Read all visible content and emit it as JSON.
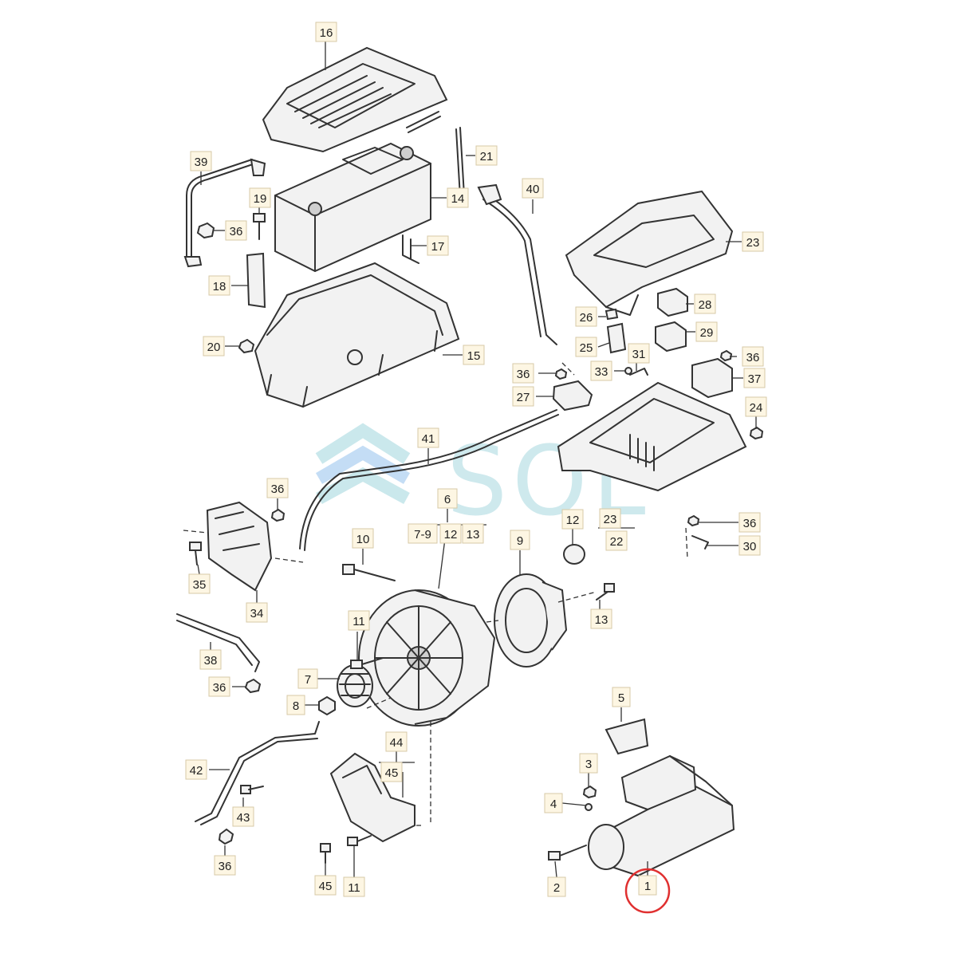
{
  "diagram": {
    "watermark": "SOL",
    "highlight_color": "#e03030",
    "label_background": "#fdf6e3",
    "parts": [
      {
        "id": "16",
        "label": "16"
      },
      {
        "id": "39",
        "label": "39"
      },
      {
        "id": "21",
        "label": "21"
      },
      {
        "id": "14",
        "label": "14"
      },
      {
        "id": "19",
        "label": "19"
      },
      {
        "id": "36a",
        "label": "36"
      },
      {
        "id": "40",
        "label": "40"
      },
      {
        "id": "17",
        "label": "17"
      },
      {
        "id": "23a",
        "label": "23"
      },
      {
        "id": "18",
        "label": "18"
      },
      {
        "id": "28",
        "label": "28"
      },
      {
        "id": "26",
        "label": "26"
      },
      {
        "id": "29",
        "label": "29"
      },
      {
        "id": "25",
        "label": "25"
      },
      {
        "id": "20",
        "label": "20"
      },
      {
        "id": "15",
        "label": "15"
      },
      {
        "id": "31",
        "label": "31"
      },
      {
        "id": "36b",
        "label": "36"
      },
      {
        "id": "33",
        "label": "33"
      },
      {
        "id": "36c",
        "label": "36"
      },
      {
        "id": "37",
        "label": "37"
      },
      {
        "id": "27",
        "label": "27"
      },
      {
        "id": "24",
        "label": "24"
      },
      {
        "id": "41",
        "label": "41"
      },
      {
        "id": "36d",
        "label": "36"
      },
      {
        "id": "6",
        "label": "6"
      },
      {
        "id": "7-9",
        "label": "7-9"
      },
      {
        "id": "12a",
        "label": "12"
      },
      {
        "id": "13a",
        "label": "13"
      },
      {
        "id": "12b",
        "label": "12"
      },
      {
        "id": "23b",
        "label": "23"
      },
      {
        "id": "22",
        "label": "22"
      },
      {
        "id": "36e",
        "label": "36"
      },
      {
        "id": "30",
        "label": "30"
      },
      {
        "id": "10",
        "label": "10"
      },
      {
        "id": "9",
        "label": "9"
      },
      {
        "id": "35",
        "label": "35"
      },
      {
        "id": "34",
        "label": "34"
      },
      {
        "id": "13b",
        "label": "13"
      },
      {
        "id": "11a",
        "label": "11"
      },
      {
        "id": "38",
        "label": "38"
      },
      {
        "id": "7",
        "label": "7"
      },
      {
        "id": "36f",
        "label": "36"
      },
      {
        "id": "8",
        "label": "8"
      },
      {
        "id": "5",
        "label": "5"
      },
      {
        "id": "44",
        "label": "44"
      },
      {
        "id": "45a",
        "label": "45"
      },
      {
        "id": "42",
        "label": "42"
      },
      {
        "id": "3",
        "label": "3"
      },
      {
        "id": "4",
        "label": "4"
      },
      {
        "id": "43",
        "label": "43"
      },
      {
        "id": "36g",
        "label": "36"
      },
      {
        "id": "2",
        "label": "2"
      },
      {
        "id": "45b",
        "label": "45"
      },
      {
        "id": "11b",
        "label": "11"
      },
      {
        "id": "1",
        "label": "1",
        "highlighted": true
      }
    ]
  }
}
